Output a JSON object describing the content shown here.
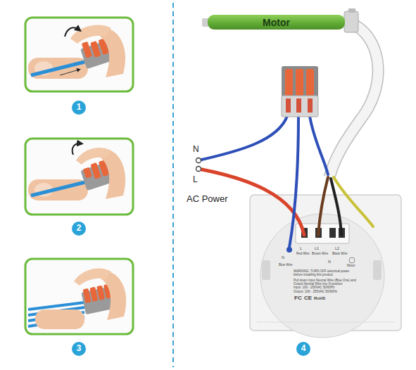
{
  "diagram": {
    "nodes": [
      {
        "text": [
          "Motor"
        ]
      }
    ],
    "labels": [
      "1",
      "2",
      "3",
      "N",
      "L",
      "AC Power",
      "L",
      "Red Wire",
      "L1",
      "Brown Wire",
      "N",
      "L2",
      "Black Wire",
      "N",
      "Blue Wire",
      "Motor",
      "WARNING: TURN OFF electrical power before installing this product",
      "Pull down Input Neutral Wire (Blue One) and Output Neutral Wire into N position",
      "Input: 100 - 250VAC 50/60Hz",
      "Output: 100 - 250VAC 50/60Hz",
      "FC",
      "CE",
      "RoHS",
      "4"
    ]
  }
}
